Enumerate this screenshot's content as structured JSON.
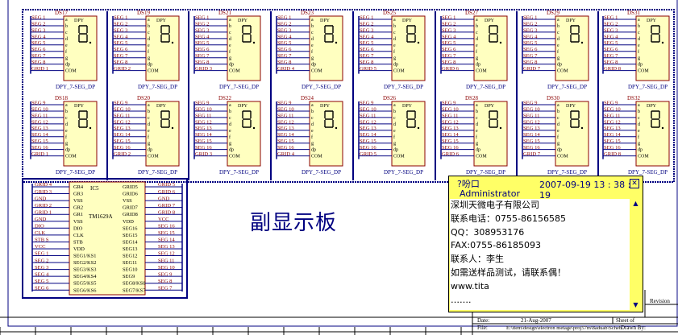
{
  "schematic": {
    "displays_top": [
      {
        "name": "DS17",
        "pins": [
          "SEG 1",
          "SEG 2",
          "SEG 3",
          "SEG 4",
          "SEG 5",
          "SEG 6",
          "SEG 7",
          "SEG 8",
          "GRID 1"
        ]
      },
      {
        "name": "DS19",
        "pins": [
          "SEG 1",
          "SEG 2",
          "SEG 3",
          "SEG 4",
          "SEG 5",
          "SEG 6",
          "SEG 7",
          "SEG 8",
          "GRID 2"
        ]
      },
      {
        "name": "DS21",
        "pins": [
          "SEG 1",
          "SEG 2",
          "SEG 3",
          "SEG 4",
          "SEG 5",
          "SEG 6",
          "SEG 7",
          "SEG 8",
          "GRID 3"
        ]
      },
      {
        "name": "DS23",
        "pins": [
          "SEG 1",
          "SEG 2",
          "SEG 3",
          "SEG 4",
          "SEG 5",
          "SEG 6",
          "SEG 7",
          "SEG 8",
          "GRID 4"
        ]
      },
      {
        "name": "DS25",
        "pins": [
          "SEG 1",
          "SEG 2",
          "SEG 3",
          "SEG 4",
          "SEG 5",
          "SEG 6",
          "SEG 7",
          "SEG 8",
          "GRID 5"
        ]
      },
      {
        "name": "DS27",
        "pins": [
          "SEG 1",
          "SEG 2",
          "SEG 3",
          "SEG 4",
          "SEG 5",
          "SEG 6",
          "SEG 7",
          "SEG 8",
          "GRID 6"
        ]
      },
      {
        "name": "DS29",
        "pins": [
          "SEG 1",
          "SEG 2",
          "SEG 3",
          "SEG 4",
          "SEG 5",
          "SEG 6",
          "SEG 7",
          "SEG 8",
          "GRID 7"
        ]
      },
      {
        "name": "DS31",
        "pins": [
          "SEG 1",
          "SEG 2",
          "SEG 3",
          "SEG 4",
          "SEG 5",
          "SEG 6",
          "SEG 7",
          "SEG 8",
          "GRID 8"
        ]
      }
    ],
    "displays_bottom": [
      {
        "name": "DS18",
        "pins": [
          "SEG 9",
          "SEG 10",
          "SEG 11",
          "SEG 12",
          "SEG 13",
          "SEG 14",
          "SEG 15",
          "SEG 16",
          "GRID 1"
        ]
      },
      {
        "name": "DS20",
        "pins": [
          "SEG 9",
          "SEG 10",
          "SEG 11",
          "SEG 12",
          "SEG 13",
          "SEG 14",
          "SEG 15",
          "SEG 16",
          "GRID 2"
        ]
      },
      {
        "name": "DS22",
        "pins": [
          "SEG 9",
          "SEG 10",
          "SEG 11",
          "SEG 12",
          "SEG 13",
          "SEG 14",
          "SEG 15",
          "SEG 16",
          "GRID 3"
        ]
      },
      {
        "name": "DS24",
        "pins": [
          "SEG 9",
          "SEG 10",
          "SEG 11",
          "SEG 12",
          "SEG 13",
          "SEG 14",
          "SEG 15",
          "SEG 16",
          "GRID 4"
        ]
      },
      {
        "name": "DS26",
        "pins": [
          "SEG 9",
          "SEG 10",
          "SEG 11",
          "SEG 12",
          "SEG 13",
          "SEG 14",
          "SEG 15",
          "SEG 16",
          "GRID 5"
        ]
      },
      {
        "name": "DS28",
        "pins": [
          "SEG 9",
          "SEG 10",
          "SEG 11",
          "SEG 12",
          "SEG 13",
          "SEG 14",
          "SEG 15",
          "SEG 16",
          "GRID 6"
        ]
      },
      {
        "name": "DS30",
        "pins": [
          "SEG 9",
          "SEG 10",
          "SEG 11",
          "SEG 12",
          "SEG 13",
          "SEG 14",
          "SEG 15",
          "SEG 16",
          "GRID 7"
        ]
      },
      {
        "name": "DS32",
        "pins": [
          "SEG 9",
          "SEG 10",
          "SEG 11",
          "SEG 12",
          "SEG 13",
          "SEG 14",
          "SEG 15",
          "SEG 16",
          "GRID 8"
        ]
      }
    ],
    "display_part": "DPY_7-SEG_DP",
    "display_inner": {
      "title": "DPY",
      "seg_letters": [
        "a",
        "b",
        "c",
        "d",
        "e",
        "f",
        "g",
        "dp"
      ],
      "com": "COM"
    },
    "ic": {
      "ref": "IC5",
      "part": "TM1629A",
      "left_nets": [
        "GRID 4",
        "GRID 3",
        "GND",
        "GRID 2",
        "GRID 1",
        "GND",
        "DIO",
        "CLK",
        "STB S",
        "VCC",
        "SEG 1",
        "SEG 2",
        "SEG 3",
        "SEG 4",
        "SEG 5",
        "SEG 6"
      ],
      "left_pins": [
        "GR4",
        "GR3",
        "VSS",
        "GR2",
        "GR1",
        "VSS",
        "DIO",
        "CLK",
        "STB",
        "VDD",
        "SEG1/KS1",
        "SEG2/KS2",
        "SEG3/KS3",
        "SEG4/KS4",
        "SEG5/KS5",
        "SEG6/KS6"
      ],
      "right_pins": [
        "GRID5",
        "GRID6",
        "VSS",
        "GRID7",
        "GRID8",
        "VDD",
        "SEG16",
        "SEG15",
        "SEG14",
        "SEG13",
        "SEG12",
        "SEG11",
        "SEG10",
        "SEG9",
        "SEG8/KS8",
        "SEG7/KS7"
      ],
      "right_nets": [
        "GRID 5",
        "GRID 6",
        "GND",
        "GRID 7",
        "GRID 8",
        "VCC",
        "SEG 16",
        "SEG 15",
        "SEG 14",
        "SEG 13",
        "SEG 12",
        "SEG 11",
        "SEG 10",
        "SEG 9",
        "SEG 8",
        "SEG 7"
      ]
    },
    "sheet_title": "副显示板",
    "title_block": {
      "date_label": "Date:",
      "date_value": "21-Aug-2007",
      "file_label": "File:",
      "file_value": "E:\\item\\design\\electron metage\\proj57m\\8aduab\\Scheb",
      "sheet_label": "Sheet of",
      "drawn_label": "Drawn By:",
      "revision_label": "Revision"
    }
  },
  "popup": {
    "sender": "?吩口",
    "timestamp": "2007-09-19 13 : 38 : 19",
    "account": "Administrator",
    "close_glyph": "✕",
    "lines": [
      "深圳天微电子有限公司",
      "联系电话：0755-86156585",
      "QQ：308953176",
      "FAX:0755-86185093",
      "联系人：李生",
      "如需送样品测试，请联系偶！",
      "www.tita",
      "……."
    ],
    "scroll_up": "▲",
    "scroll_down": "▼"
  },
  "colors": {
    "wire": "#000080",
    "net_label": "#8b0000",
    "part_fill": "#ffffc0",
    "popup_bg": "#ffff66"
  }
}
